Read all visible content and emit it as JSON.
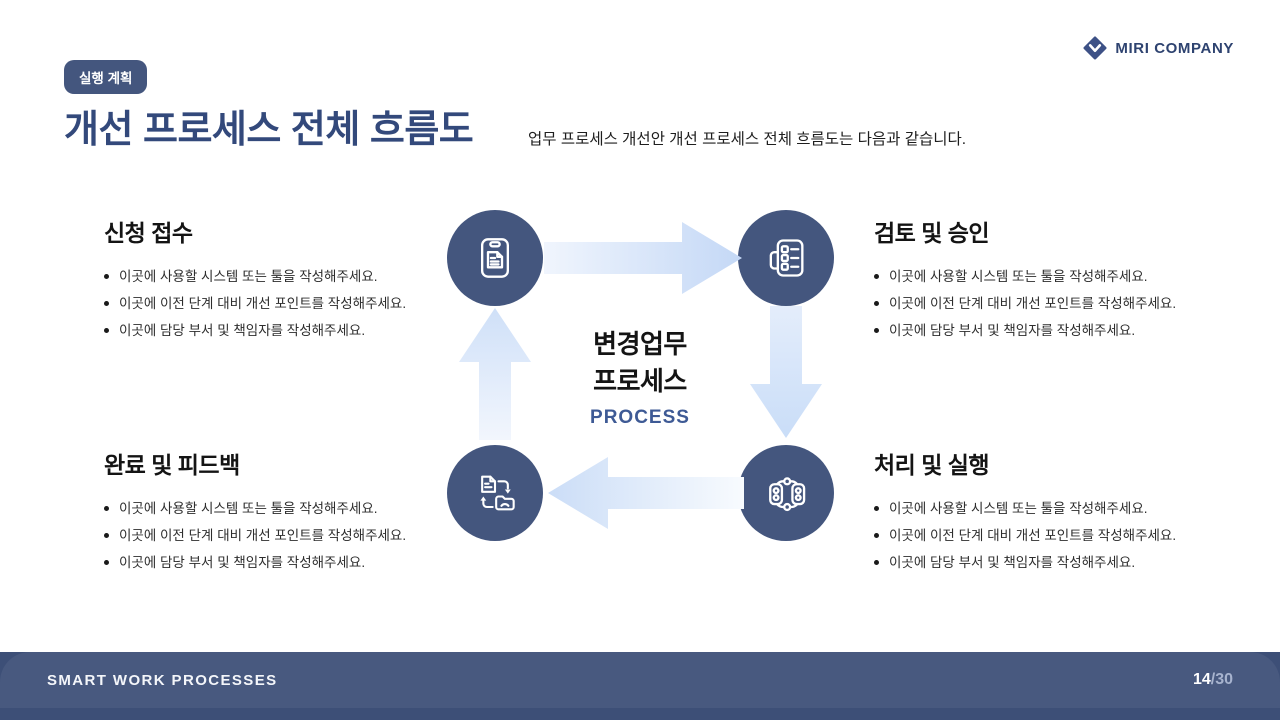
{
  "slide": {
    "badge": "실행 계획",
    "title": "개선 프로세스 전체 흐름도",
    "subtitle": "업무 프로세스 개선안 개선 프로세스 전체 흐름도는 다음과 같습니다."
  },
  "brand": {
    "name": "MIRI COMPANY",
    "logo_icon": "miri-diamond-logo"
  },
  "center_label": {
    "line1": "변경업무",
    "line2": "프로세스",
    "line3": "PROCESS"
  },
  "steps": [
    {
      "position": "top-left",
      "icon": "clipboard-icon",
      "title": "신청 접수",
      "bullets": [
        "이곳에 사용할 시스템 또는 툴을 작성해주세요.",
        "이곳에 이전 단계 대비 개선 포인트를 작성해주세요.",
        "이곳에 담당 부서 및 책임자를 작성해주세요."
      ]
    },
    {
      "position": "top-right",
      "icon": "checklist-icon",
      "title": "검토 및 승인",
      "bullets": [
        "이곳에 사용할 시스템 또는 툴을 작성해주세요.",
        "이곳에 이전 단계 대비 개선 포인트를 작성해주세요.",
        "이곳에 담당 부서 및 책임자를 작성해주세요."
      ]
    },
    {
      "position": "bottom-right",
      "icon": "workflow-nodes-icon",
      "title": "처리 및 실행",
      "bullets": [
        "이곳에 사용할 시스템 또는 툴을 작성해주세요.",
        "이곳에 이전 단계 대비 개선 포인트를 작성해주세요.",
        "이곳에 담당 부서 및 책임자를 작성해주세요."
      ]
    },
    {
      "position": "bottom-left",
      "icon": "file-transfer-icon",
      "title": "완료 및 피드백",
      "bullets": [
        "이곳에 사용할 시스템 또는 툴을 작성해주세요.",
        "이곳에 이전 단계 대비 개선 포인트를 작성해주세요.",
        "이곳에 담당 부서 및 책임자를 작성해주세요."
      ]
    }
  ],
  "flow": {
    "direction": "clockwise"
  },
  "footer": {
    "left_text": "SMART WORK PROCESSES",
    "page_current": "14",
    "page_total": "/30"
  },
  "colors": {
    "navy": "#44567E",
    "title_navy": "#33497B",
    "process_blue": "#3E5A95",
    "footer": "#48597F",
    "footer_dark": "#3D4F77",
    "arrow_light_start": "#F0F5FD",
    "arrow_light_end": "#C4D8F6"
  }
}
